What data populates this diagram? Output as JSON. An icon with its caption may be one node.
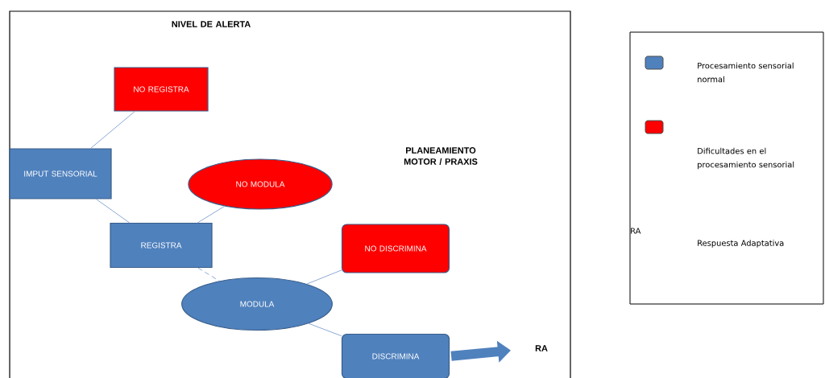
{
  "diagram": {
    "nodes": [
      {
        "text": [
          "IMPUT SENSORIAL"
        ]
      },
      {
        "text": [
          "NO REGISTRA"
        ]
      },
      {
        "text": [
          "REGISTRA"
        ]
      },
      {
        "text": [
          "NO MODULA"
        ]
      },
      {
        "text": [
          "MODULA"
        ]
      },
      {
        "text": [
          "NO DISCRIMINA"
        ]
      },
      {
        "text": [
          "DISCRIMINA"
        ]
      },
      {
        "text": [
          "RA"
        ]
      }
    ],
    "edges": [
      {
        "from": 0,
        "to": 1,
        "arrow": "none"
      },
      {
        "from": 0,
        "to": 2,
        "arrow": "none"
      },
      {
        "from": 2,
        "to": 3,
        "arrow": "none"
      },
      {
        "from": 2,
        "to": 4,
        "arrow": "none",
        "style": "dashed"
      },
      {
        "from": 4,
        "to": 5,
        "arrow": "none"
      },
      {
        "from": 4,
        "to": 6,
        "arrow": "none"
      },
      {
        "from": 6,
        "to": 7,
        "arrow": "to",
        "style": "thick",
        "color": "#4f81bd"
      }
    ],
    "labels": [
      "NIVEL DE ALERTA",
      "PLANEAMIENTO MOTOR / PRAXIS",
      "RA"
    ],
    "legend": [
      {
        "text": "Procesamiento sensorial normal",
        "color": "#4f81bd"
      },
      {
        "text": "Dificultades en el procesamiento sensorial",
        "color": "#ff0000"
      },
      {
        "text": "Respuesta Adaptativa"
      }
    ]
  }
}
